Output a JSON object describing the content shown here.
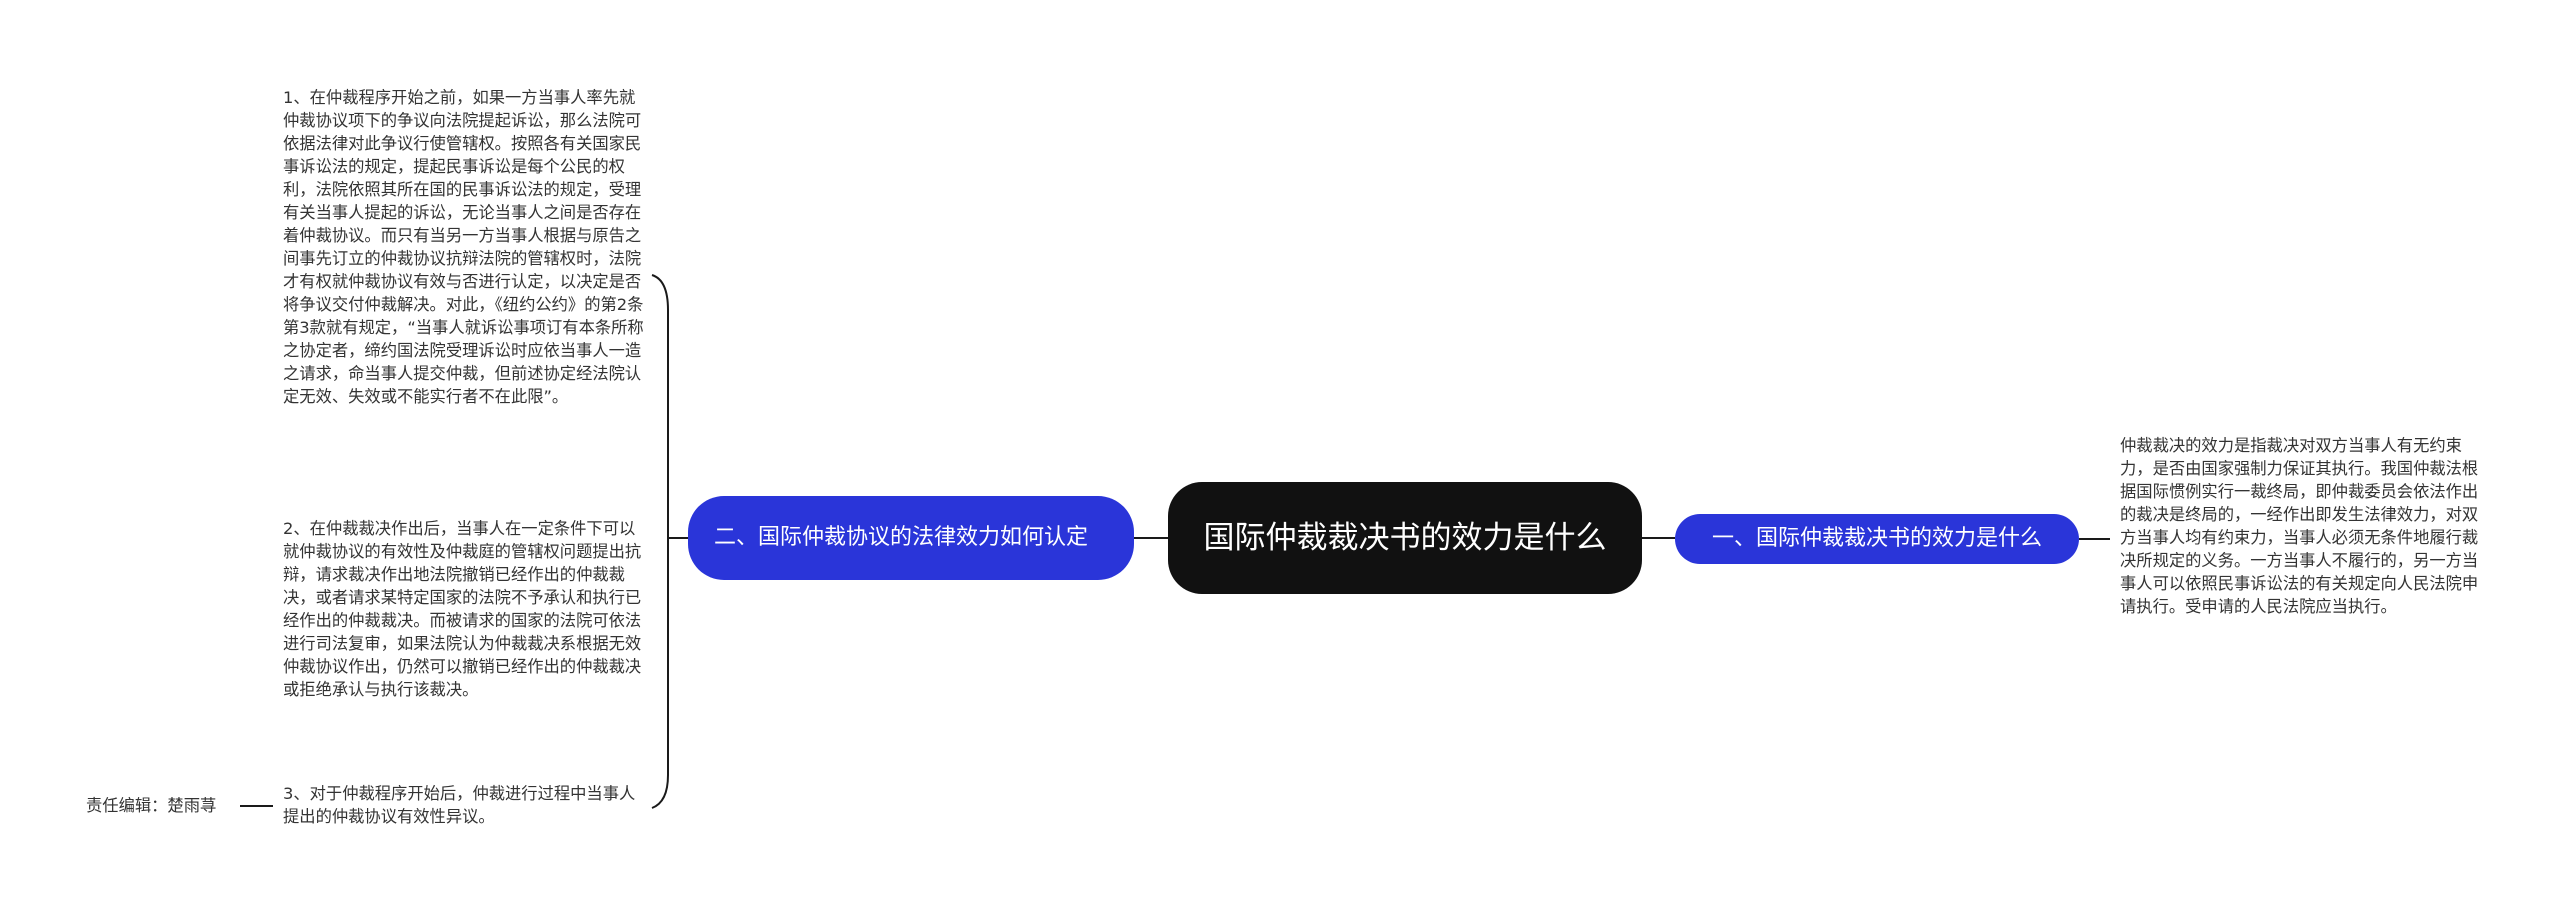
{
  "root": {
    "title": "国际仲裁裁决书的效力是什么"
  },
  "branches": [
    {
      "label": "二、国际仲裁协议的法律效力如何认定",
      "children": [
        "1、在仲裁程序开始之前，如果一方当事人率先就仲裁协议项下的争议向法院提起诉讼，那么法院可依据法律对此争议行使管辖权。按照各有关国家民事诉讼法的规定，提起民事诉讼是每个公民的权利，法院依照其所在国的民事诉讼法的规定，受理有关当事人提起的诉讼，无论当事人之间是否存在着仲裁协议。而只有当另一方当事人根据与原告之间事先订立的仲裁协议抗辩法院的管辖权时，法院才有权就仲裁协议有效与否进行认定，以决定是否将争议交付仲裁解决。对此，《纽约公约》的第2条第3款就有规定，“当事人就诉讼事项订有本条所称之协定者，缔约国法院受理诉讼时应依当事人一造之请求，命当事人提交仲裁，但前述协定经法院认定无效、失效或不能实行者不在此限”。",
        "2、在仲裁裁决作出后，当事人在一定条件下可以就仲裁协议的有效性及仲裁庭的管辖权问题提出抗辩，请求裁决作出地法院撤销已经作出的仲裁裁决，或者请求某特定国家的法院不予承认和执行已经作出的仲裁裁决。而被请求的国家的法院可依法进行司法复审，如果法院认为仲裁裁决系根据无效仲裁协议作出，仍然可以撤销已经作出的仲裁裁决或拒绝承认与执行该裁决。",
        "3、对于仲裁程序开始后，仲裁进行过程中当事人提出的仲裁协议有效性异议。"
      ]
    },
    {
      "label": "一、国际仲裁裁决书的效力是什么",
      "children": [
        "仲裁裁决的效力是指裁决对双方当事人有无约束力，是否由国家强制力保证其执行。我国仲裁法根据国际惯例实行一裁终局，即仲裁委员会依法作出的裁决是终局的，一经作出即发生法律效力，对双方当事人均有约束力，当事人必须无条件地履行裁决所规定的义务。一方当事人不履行的，另一方当事人可以依照民事诉讼法的有关规定向人民法院申请执行。受申请的人民法院应当执行。"
      ]
    }
  ],
  "editor_note": "责任编辑：楚雨荨",
  "colors": {
    "background": "#ffffff",
    "root_fill": "#111111",
    "branch_fill": "#2a35d9",
    "node_text": "#ffffff",
    "leaf_text": "#333333",
    "connector": "#1a1a1a"
  }
}
